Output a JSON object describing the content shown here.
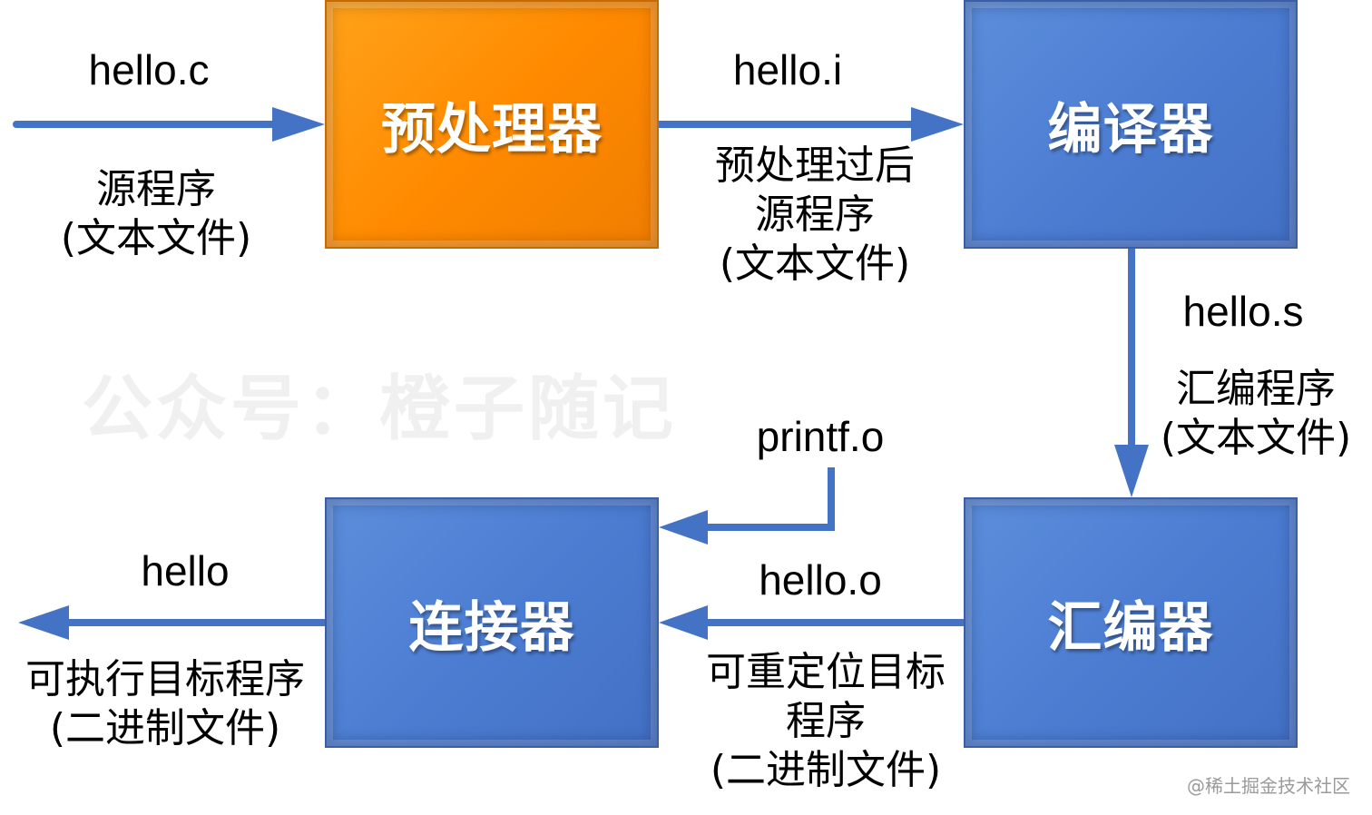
{
  "nodes": {
    "preprocessor": "预处理器",
    "compiler": "编译器",
    "assembler": "汇编器",
    "linker": "连接器"
  },
  "edges": {
    "input_file": "hello.c",
    "input_desc_1": "源程序",
    "input_desc_2": "(文本文件)",
    "pre_to_comp_file": "hello.i",
    "pre_to_comp_desc_1": "预处理过后",
    "pre_to_comp_desc_2": "源程序",
    "pre_to_comp_desc_3": "(文本文件)",
    "comp_to_asm_file": "hello.s",
    "comp_to_asm_desc_1": "汇编程序",
    "comp_to_asm_desc_2": "(文本文件)",
    "lib_file": "printf.o",
    "asm_to_link_file": "hello.o",
    "asm_to_link_desc_1": "可重定位目标",
    "asm_to_link_desc_2": "程序",
    "asm_to_link_desc_3": "(二进制文件)",
    "output_file": "hello",
    "output_desc_1": "可执行目标程序",
    "output_desc_2": "(二进制文件)"
  },
  "watermark": "公众号：橙子随记",
  "credit": "@稀土掘金技术社区",
  "colors": {
    "orange_box": "#ff8a00",
    "blue_box": "#4c7dd2",
    "arrow": "#4472c4",
    "box_text": "#ffffff",
    "label_text": "#000000"
  }
}
